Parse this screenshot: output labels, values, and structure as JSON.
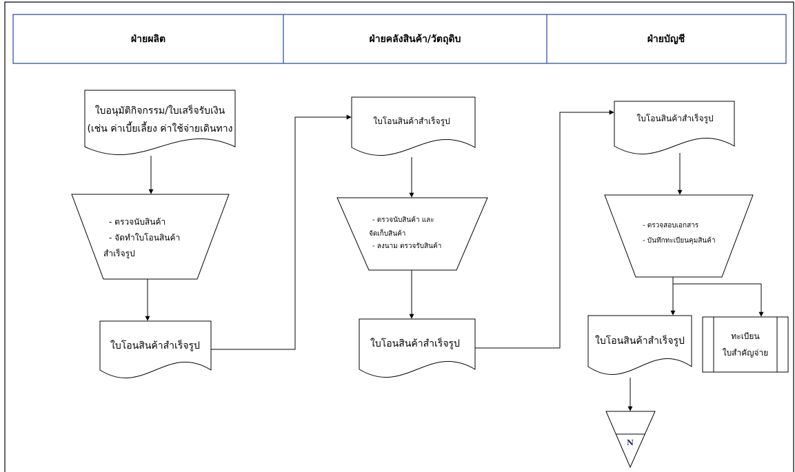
{
  "lanes": [
    {
      "title": "ฝ่ายผลิต"
    },
    {
      "title": "ฝ่ายคลังสินค้า/วัตถุดิบ"
    },
    {
      "title": "ฝ่ายบัญชี"
    }
  ],
  "production": {
    "source_doc": [
      "ใบอนุมัติกิจกรรม/ใบเสร็จรับเงิน",
      "(เช่น ค่าเบี้ยเลี้ยง ค่าใช้จ่ายเดินทาง"
    ],
    "manual_step": [
      "- ตรวจนับสินค้า",
      "- จัดทำใบโอนสินค้า",
      "สำเร็จรูป"
    ],
    "output_doc": "ใบโอนสินค้าสำเร็จรูป"
  },
  "warehouse": {
    "input_doc": "ใบโอนสินค้าสำเร็จรูป",
    "manual_step": [
      "- ตรวจนับสินค้า และ",
      "จัดเก็บสินค้า",
      "- ลงนาม ตรวจรับสินค้า"
    ],
    "output_doc": "ใบโอนสินค้าสำเร็จรูป"
  },
  "accounting": {
    "input_doc": "ใบโอนสินค้าสำเร็จรูป",
    "manual_step": [
      "- ตรวจสอบเอกสาร",
      "- บันทึกทะเบียนคุมสินค้า"
    ],
    "output_doc": "ใบโอนสินค้าสำเร็จรูป",
    "register": [
      "ทะเบียน",
      "ใบสำคัญจ่าย"
    ],
    "file_label": "N"
  },
  "colors": {
    "lane_border": "#2f5597",
    "line": "#000000",
    "file_label": "#1f2a6b"
  }
}
